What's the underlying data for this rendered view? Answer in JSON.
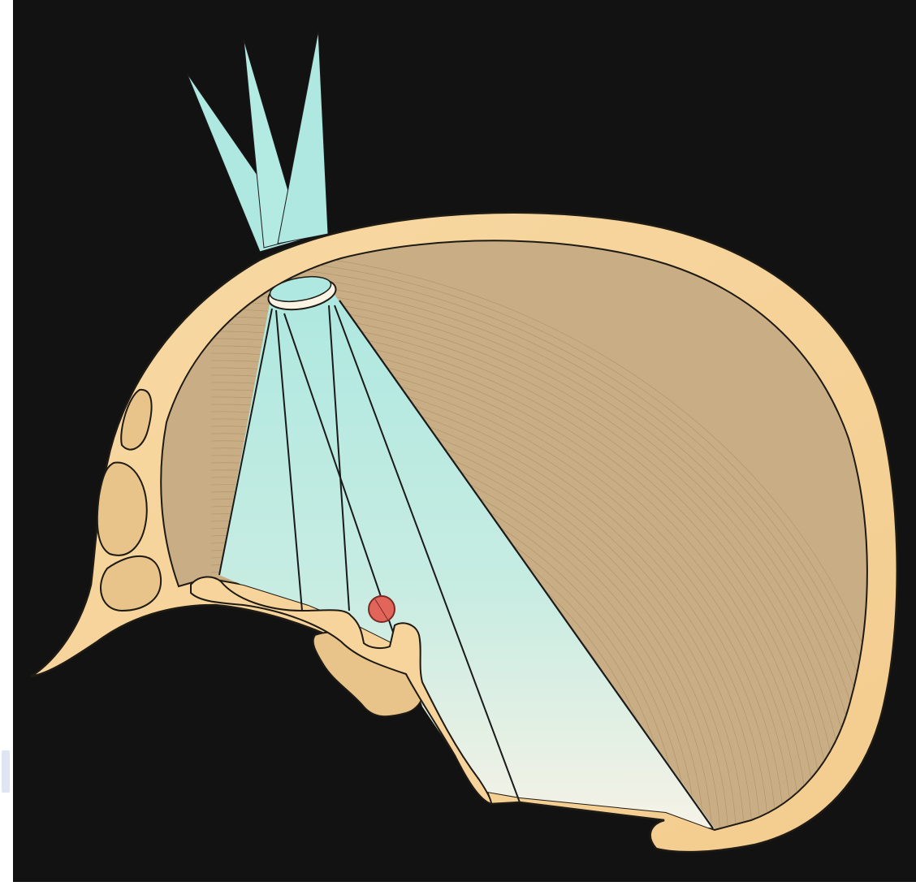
{
  "figure": {
    "subject": "stereotactic-skull-section",
    "colors": {
      "background": "#121212",
      "bone": "#f7d49c",
      "bone_stroke": "#1e1a14",
      "brain": "#c9ad84",
      "brain_lines": "#8f7448",
      "sinus": "#e8c48a",
      "beam": "#aee8e0",
      "beam_fade": "#f6f2e6",
      "target": "#e1655b",
      "lens_rim": "#fbf3e4",
      "edge_mark": "#dfe5f3"
    },
    "beams": {
      "external_count": 3,
      "internal_cone_lines": 4
    }
  }
}
